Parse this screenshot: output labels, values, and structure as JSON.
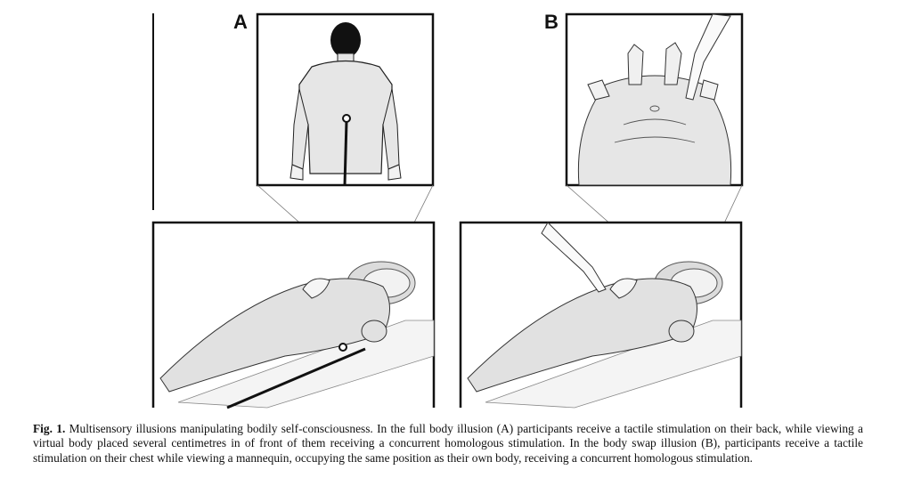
{
  "figure": {
    "panel_a_label": "A",
    "panel_b_label": "B"
  },
  "caption": {
    "label": "Fig. 1.",
    "text": "Multisensory illusions manipulating bodily self-consciousness. In the full body illusion (A) participants receive a tactile stimulation on their back, while viewing a virtual body placed several centimetres in of front of them receiving a concurrent homologous stimulation. In the body swap illusion (B), participants receive a tactile stimulation on their chest while viewing a mannequin, occupying the same position as their own body, receiving a concurrent homologous stimulation."
  }
}
